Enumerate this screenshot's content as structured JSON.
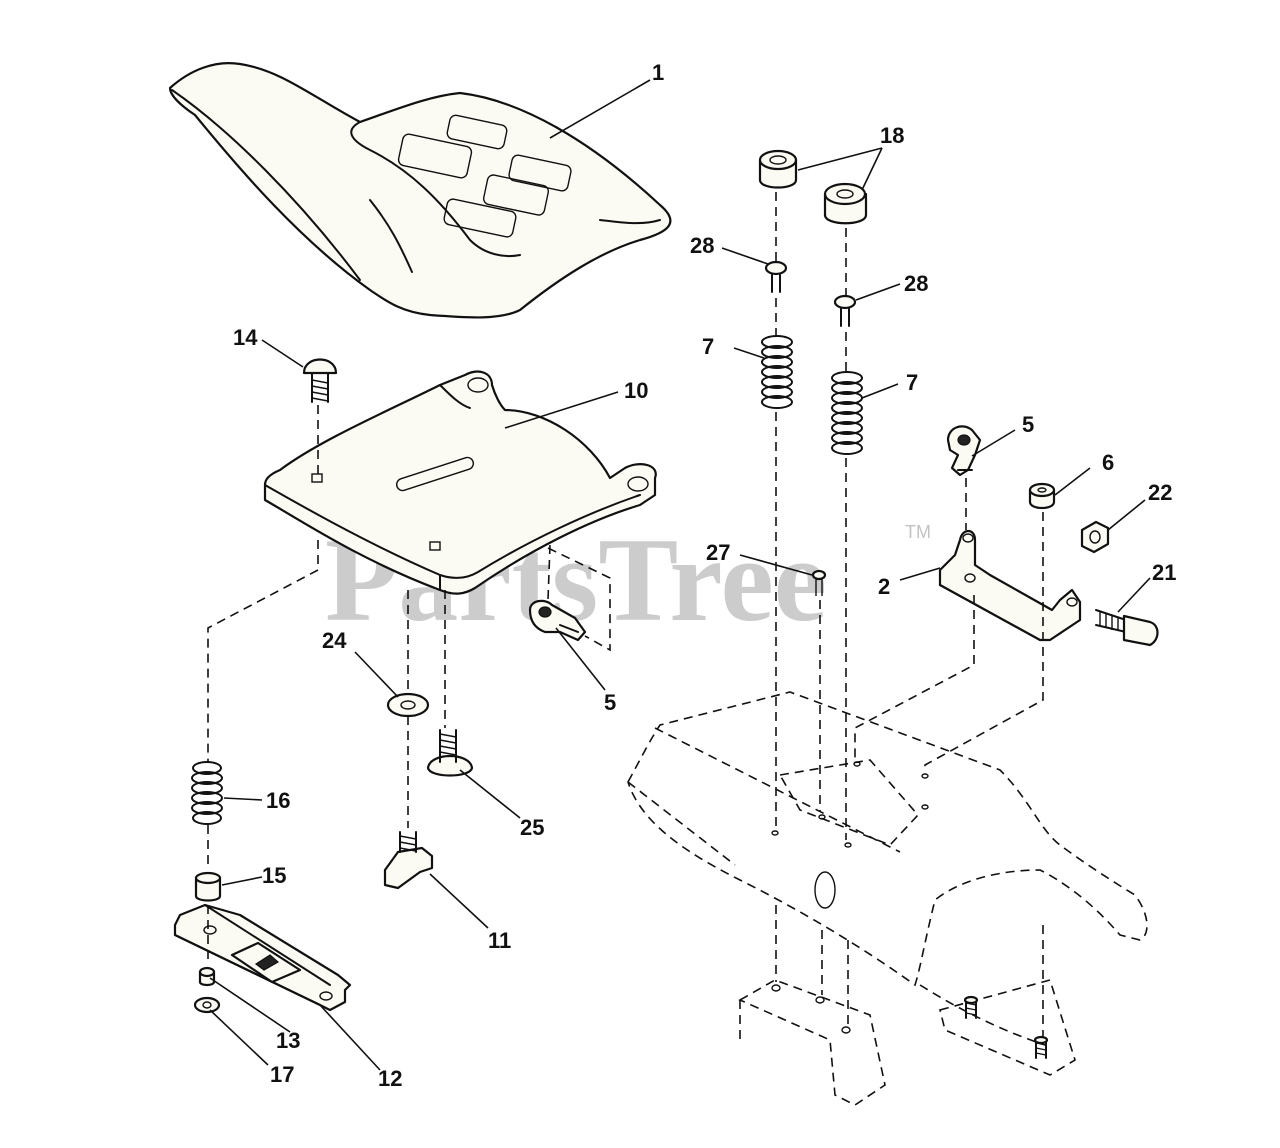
{
  "watermark": {
    "text": "PartsTree",
    "trademark": "TM"
  },
  "callouts": [
    {
      "id": "c1",
      "text": "1"
    },
    {
      "id": "c18",
      "text": "18"
    },
    {
      "id": "c28a",
      "text": "28"
    },
    {
      "id": "c28b",
      "text": "28"
    },
    {
      "id": "c14",
      "text": "14"
    },
    {
      "id": "c10",
      "text": "10"
    },
    {
      "id": "c7a",
      "text": "7"
    },
    {
      "id": "c7b",
      "text": "7"
    },
    {
      "id": "c5a",
      "text": "5"
    },
    {
      "id": "c6",
      "text": "6"
    },
    {
      "id": "c22",
      "text": "22"
    },
    {
      "id": "c27",
      "text": "27"
    },
    {
      "id": "c2",
      "text": "2"
    },
    {
      "id": "c21",
      "text": "21"
    },
    {
      "id": "c24",
      "text": "24"
    },
    {
      "id": "c5b",
      "text": "5"
    },
    {
      "id": "c25",
      "text": "25"
    },
    {
      "id": "c16",
      "text": "16"
    },
    {
      "id": "c15",
      "text": "15"
    },
    {
      "id": "c11",
      "text": "11"
    },
    {
      "id": "c13",
      "text": "13"
    },
    {
      "id": "c12",
      "text": "12"
    },
    {
      "id": "c17",
      "text": "17"
    }
  ]
}
